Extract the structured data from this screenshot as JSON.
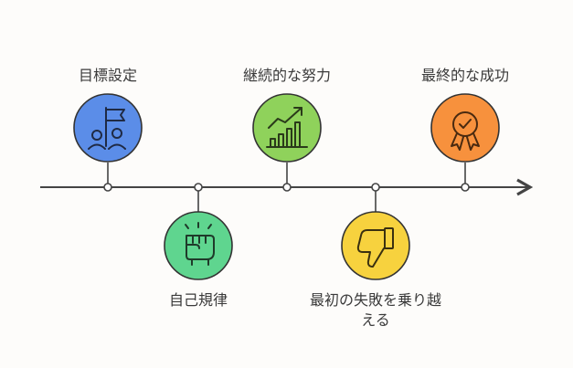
{
  "milestones": [
    {
      "label": "目標設定",
      "icon": "goal-setting-icon",
      "color": "#5b8de8"
    },
    {
      "label": "自己規律",
      "icon": "raised-fist-icon",
      "color": "#5fd58f"
    },
    {
      "label": "継続的な努力",
      "icon": "growth-chart-icon",
      "color": "#8fd25b"
    },
    {
      "label": "最初の失敗を乗り越える",
      "icon": "thumbs-down-icon",
      "color": "#f7d23e"
    },
    {
      "label": "最終的な成功",
      "icon": "award-badge-icon",
      "color": "#f7913d"
    }
  ]
}
